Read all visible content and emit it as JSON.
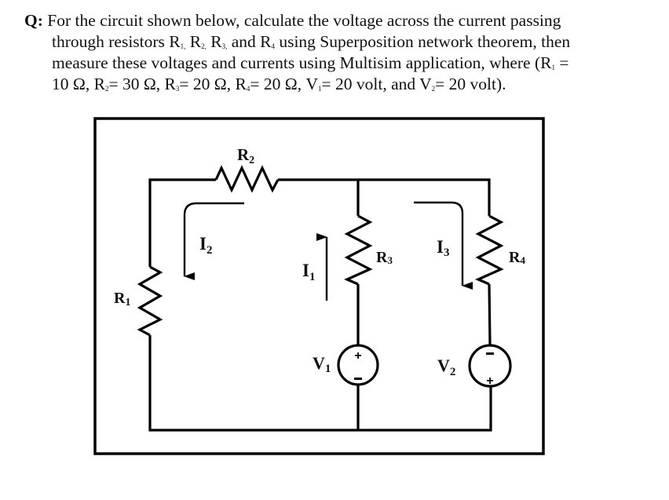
{
  "question": {
    "prefix": "Q:",
    "line1": " For the circuit shown below, calculate the voltage across the current passing",
    "line2_a": "through resistors R",
    "line2_s1": "1,",
    "line2_b": " R",
    "line2_s2": "2,",
    "line2_c": " R",
    "line2_s3": "3,",
    "line2_d": " and R",
    "line2_s4": "4",
    "line2_e": " using Superposition network theorem, then",
    "line3_a": "measure these voltages and currents using Multisim application, where (R",
    "line3_s1": "1",
    "line3_b": " =",
    "line4_a": "10 Ω, R",
    "line4_s2": "2",
    "line4_b": "= 30 Ω, R",
    "line4_s3": "3",
    "line4_c": "= 20 Ω, R",
    "line4_s4": "4",
    "line4_d": "= 20 Ω, V",
    "line4_sv1": "1",
    "line4_e": "= 20 volt, and V",
    "line4_sv2": "2",
    "line4_f": "= 20 volt)."
  },
  "circuit": {
    "components": {
      "R1": {
        "label": "R",
        "sub": "1",
        "value": "10 Ω"
      },
      "R2": {
        "label": "R",
        "sub": "2",
        "value": "30 Ω"
      },
      "R3": {
        "label": "R",
        "sub": "3",
        "value": "20 Ω"
      },
      "R4": {
        "label": "R",
        "sub": "4",
        "value": "20 Ω"
      },
      "V1": {
        "label": "V",
        "sub": "1",
        "value": "20 volt",
        "top_polarity": "+",
        "bottom_polarity": "-"
      },
      "V2": {
        "label": "V",
        "sub": "2",
        "value": "20 volt",
        "top_polarity": "-",
        "bottom_polarity": "+"
      }
    },
    "currents": {
      "I1": {
        "label": "I",
        "sub": "1",
        "direction": "up"
      },
      "I2": {
        "label": "I",
        "sub": "2",
        "direction": "down"
      },
      "I3": {
        "label": "I",
        "sub": "3",
        "direction": "down"
      }
    },
    "colors": {
      "stroke": "#000000",
      "background": "#ffffff"
    }
  }
}
